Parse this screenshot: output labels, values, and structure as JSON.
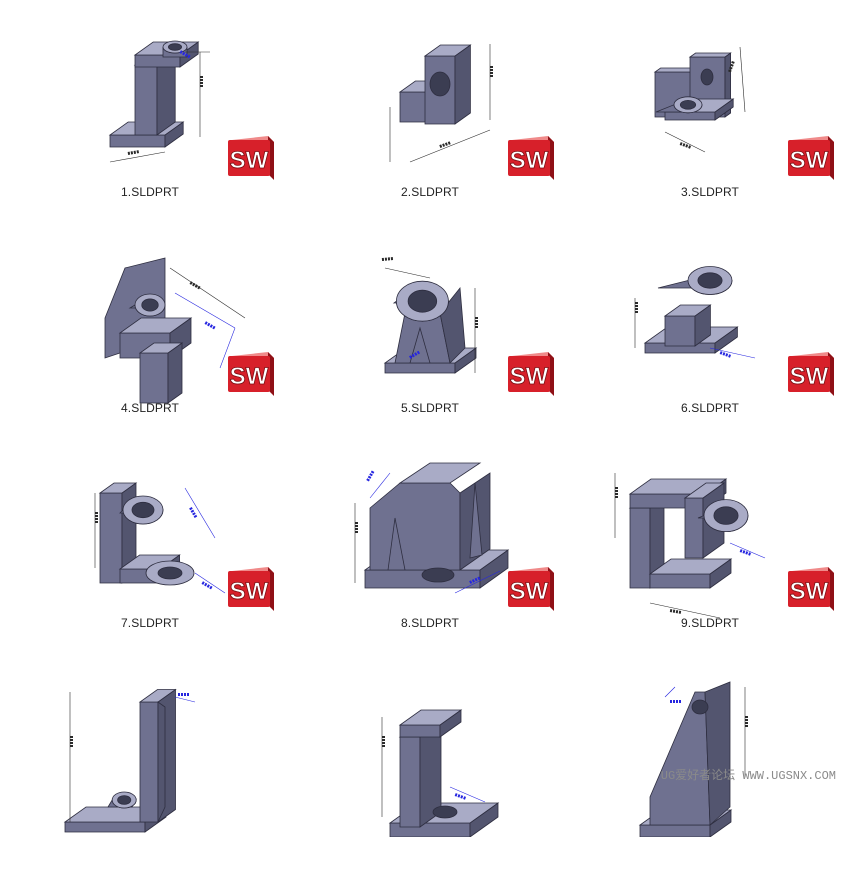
{
  "files": [
    {
      "name": "1.SLDPRT"
    },
    {
      "name": "2.SLDPRT"
    },
    {
      "name": "3.SLDPRT"
    },
    {
      "name": "4.SLDPRT"
    },
    {
      "name": "5.SLDPRT"
    },
    {
      "name": "6.SLDPRT"
    },
    {
      "name": "7.SLDPRT"
    },
    {
      "name": "8.SLDPRT"
    },
    {
      "name": "9.SLDPRT"
    },
    {
      "name": ""
    },
    {
      "name": ""
    },
    {
      "name": ""
    }
  ],
  "app_icon": {
    "text": "SW",
    "color": "#d7202a",
    "name": "solidworks-icon"
  },
  "watermark": "UG爱好者论坛 WWW.UGSNX.COM"
}
